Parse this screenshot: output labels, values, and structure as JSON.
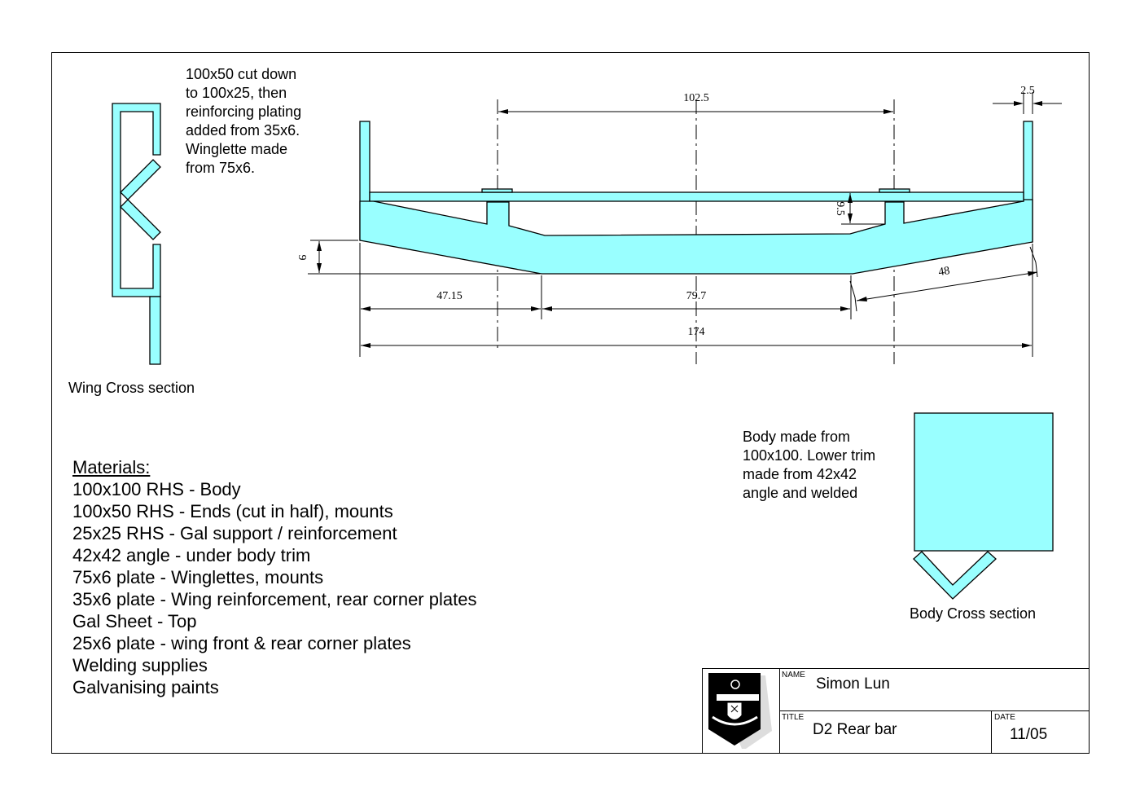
{
  "wing_note": "100x50 cut down\nto 100x25, then\nreinforcing plating\nadded from 35x6.\nWinglette made\nfrom 75x6.",
  "wing_caption": "Wing Cross section",
  "body_note": "Body made from\n100x100. Lower trim\nmade from 42x42\nangle and welded",
  "body_caption": "Body Cross section",
  "dimensions": {
    "top_span": "102.5",
    "end_thickness": "2.5",
    "mount_height": "9.5",
    "lower_step": "9",
    "left_taper": "47.15",
    "center_flat": "79.7",
    "right_taper": "48",
    "overall": "174"
  },
  "materials": {
    "heading": "Materials:",
    "items": [
      "100x100 RHS - Body",
      "100x50 RHS - Ends (cut in half), mounts",
      "25x25 RHS - Gal support / reinforcement",
      "42x42 angle - under body trim",
      "75x6 plate - Winglettes, mounts",
      "35x6 plate - Wing reinforcement, rear corner plates",
      "Gal Sheet - Top",
      "25x6 plate - wing front & rear corner plates",
      "Welding supplies",
      "Galvanising paints"
    ]
  },
  "title_block": {
    "name_label": "NAME",
    "name_value": "Simon Lun",
    "title_label": "TITLE",
    "title_value": "D2 Rear bar",
    "date_label": "DATE",
    "date_value": "11/05"
  },
  "colors": {
    "fill": "#99ffff",
    "line": "#000000"
  },
  "icons": {
    "logo": "school-crest-logo"
  }
}
